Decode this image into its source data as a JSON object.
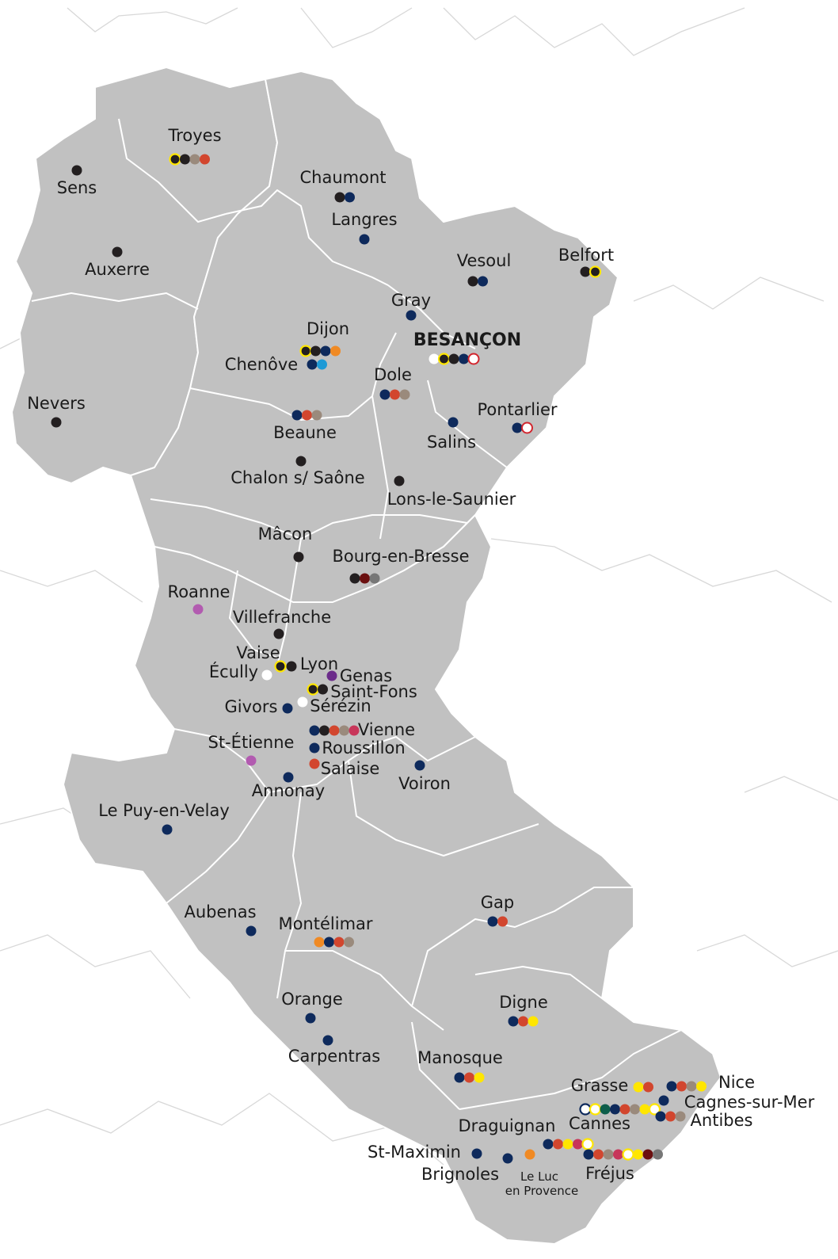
{
  "colors": {
    "black": "#231f20",
    "navy": "#0e2a5c",
    "red": "#d2462e",
    "taupe": "#9a8a7c",
    "orange": "#f08a24",
    "cyan": "#1e9ad6",
    "yellow": "#ffe600",
    "white": "#ffffff",
    "violet": "#6b2c8a",
    "pink": "#b25bb0",
    "teal": "#0d5e4b",
    "crimson": "#c8365a",
    "maroon": "#6b1010",
    "grey": "#777777",
    "ring": "#ffe600",
    "redring": "#d2262e"
  },
  "cities": [
    {
      "name": "Troyes",
      "dots": [
        "ring-black",
        "black",
        "taupe",
        "red"
      ]
    },
    {
      "name": "Sens",
      "dots": [
        "black"
      ]
    },
    {
      "name": "Chaumont",
      "dots": [
        "black",
        "navy"
      ]
    },
    {
      "name": "Langres",
      "dots": [
        "navy"
      ]
    },
    {
      "name": "Auxerre",
      "dots": [
        "black"
      ]
    },
    {
      "name": "Vesoul",
      "dots": [
        "black",
        "navy"
      ]
    },
    {
      "name": "Belfort",
      "dots": [
        "black",
        "ring-black"
      ]
    },
    {
      "name": "Gray",
      "dots": [
        "navy"
      ]
    },
    {
      "name": "Dijon",
      "dots": [
        "ring-black",
        "black",
        "navy",
        "orange"
      ]
    },
    {
      "name": "BESANÇON",
      "dots": [
        "white",
        "ring-black",
        "black",
        "navy",
        "redring"
      ]
    },
    {
      "name": "Chenôve",
      "dots": [
        "navy",
        "cyan"
      ]
    },
    {
      "name": "Dole",
      "dots": [
        "navy",
        "red",
        "taupe"
      ]
    },
    {
      "name": "Nevers",
      "dots": [
        "black"
      ]
    },
    {
      "name": "Pontarlier",
      "dots": [
        "navy",
        "redring"
      ]
    },
    {
      "name": "Beaune",
      "dots": [
        "navy",
        "red",
        "taupe"
      ]
    },
    {
      "name": "Salins",
      "dots": [
        "navy"
      ]
    },
    {
      "name": "Chalon s/ Saône",
      "dots": [
        "black"
      ]
    },
    {
      "name": "Lons-le-Saunier",
      "dots": [
        "black"
      ]
    },
    {
      "name": "Mâcon",
      "dots": [
        "black"
      ]
    },
    {
      "name": "Bourg-en-Bresse",
      "dots": [
        "black",
        "maroon",
        "grey"
      ]
    },
    {
      "name": "Roanne",
      "dots": [
        "pink"
      ]
    },
    {
      "name": "Villefranche",
      "dots": [
        "black"
      ]
    },
    {
      "name": "Vaise",
      "dots": [
        "ring-black"
      ]
    },
    {
      "name": "Lyon",
      "dots": [
        "black"
      ]
    },
    {
      "name": "Écully",
      "dots": [
        "white"
      ]
    },
    {
      "name": "Genas",
      "dots": [
        "violet"
      ]
    },
    {
      "name": "Saint-Fons",
      "dots": [
        "ring-black",
        "black"
      ]
    },
    {
      "name": "Givors",
      "dots": [
        "navy"
      ]
    },
    {
      "name": "Sérézin",
      "dots": [
        "white"
      ]
    },
    {
      "name": "Vienne",
      "dots": [
        "navy",
        "black",
        "red",
        "taupe",
        "crimson"
      ]
    },
    {
      "name": "St-Étienne",
      "dots": [
        "pink"
      ]
    },
    {
      "name": "Roussillon",
      "dots": [
        "navy"
      ]
    },
    {
      "name": "Salaise",
      "dots": [
        "red"
      ]
    },
    {
      "name": "Annonay",
      "dots": [
        "navy"
      ]
    },
    {
      "name": "Voiron",
      "dots": [
        "navy"
      ]
    },
    {
      "name": "Le Puy-en-Velay",
      "dots": [
        "navy"
      ]
    },
    {
      "name": "Gap",
      "dots": [
        "navy",
        "red"
      ]
    },
    {
      "name": "Aubenas",
      "dots": [
        "navy"
      ]
    },
    {
      "name": "Montélimar",
      "dots": [
        "orange",
        "navy",
        "red",
        "taupe"
      ]
    },
    {
      "name": "Orange",
      "dots": [
        "navy"
      ]
    },
    {
      "name": "Digne",
      "dots": [
        "navy",
        "red",
        "yellow"
      ]
    },
    {
      "name": "Carpentras",
      "dots": [
        "navy"
      ]
    },
    {
      "name": "Manosque",
      "dots": [
        "navy",
        "red",
        "yellow"
      ]
    },
    {
      "name": "Grasse",
      "dots": [
        "yellow",
        "red"
      ]
    },
    {
      "name": "Nice",
      "dots": [
        "navy",
        "red",
        "taupe",
        "yellow"
      ]
    },
    {
      "name": "Cagnes-sur-Mer",
      "dots": [
        "navy"
      ]
    },
    {
      "name": "Cannes",
      "dots": [
        "white-ring-navy",
        "ring-white",
        "teal",
        "navy",
        "red",
        "taupe",
        "yellow",
        "ring-white"
      ]
    },
    {
      "name": "Antibes",
      "dots": [
        "navy",
        "red",
        "taupe"
      ]
    },
    {
      "name": "Draguignan",
      "dots": [
        "navy",
        "red",
        "yellow",
        "crimson",
        "ring-white"
      ]
    },
    {
      "name": "St-Maximin",
      "dots": [
        "navy"
      ]
    },
    {
      "name": "Brignoles",
      "dots": [
        "navy"
      ]
    },
    {
      "name": "Le Luc",
      "dots": [
        "orange"
      ]
    },
    {
      "name": "en Provence",
      "dots": []
    },
    {
      "name": "Fréjus",
      "dots": [
        "navy",
        "red",
        "taupe",
        "crimson",
        "ring-white",
        "yellow",
        "maroon",
        "grey"
      ]
    }
  ]
}
